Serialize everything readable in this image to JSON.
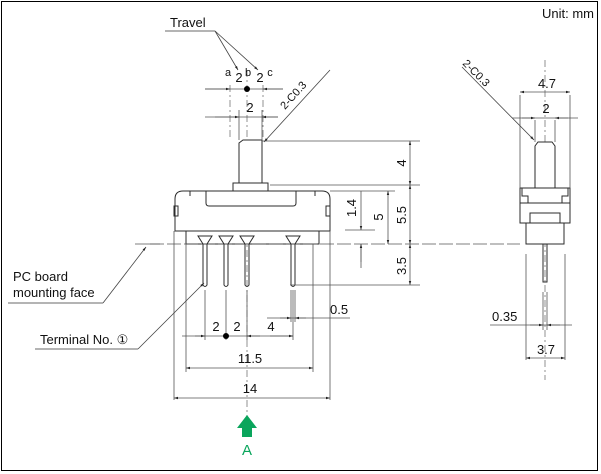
{
  "drawing": {
    "unit_label": "Unit: mm",
    "callouts": {
      "travel": "Travel",
      "pc_board": [
        "PC board",
        "mounting face"
      ],
      "terminal": "Terminal No. ①",
      "chamfer_front": "2-C0.3",
      "chamfer_side": "2-C0.3"
    },
    "positions": {
      "a": "a",
      "b": "b",
      "c": "c"
    },
    "dimensions": {
      "travel_left": "2",
      "travel_right": "2",
      "knob_width": "2",
      "knob_height": "4",
      "top_to_body": "1.4",
      "body_height": "5",
      "knob_base_to_pcb": "5.5",
      "terminal_length": "3.5",
      "terminal_thickness": "0.5",
      "pitch_1": "2",
      "pitch_2": "2",
      "pitch_3": "4",
      "housing_inner": "11.5",
      "housing_outer": "14",
      "side_width": "4.7",
      "side_knob_width": "2",
      "side_terminal_thickness": "0.35",
      "side_base_width": "3.7"
    },
    "view_marker": {
      "label": "A",
      "color": "#0aa55c"
    }
  }
}
